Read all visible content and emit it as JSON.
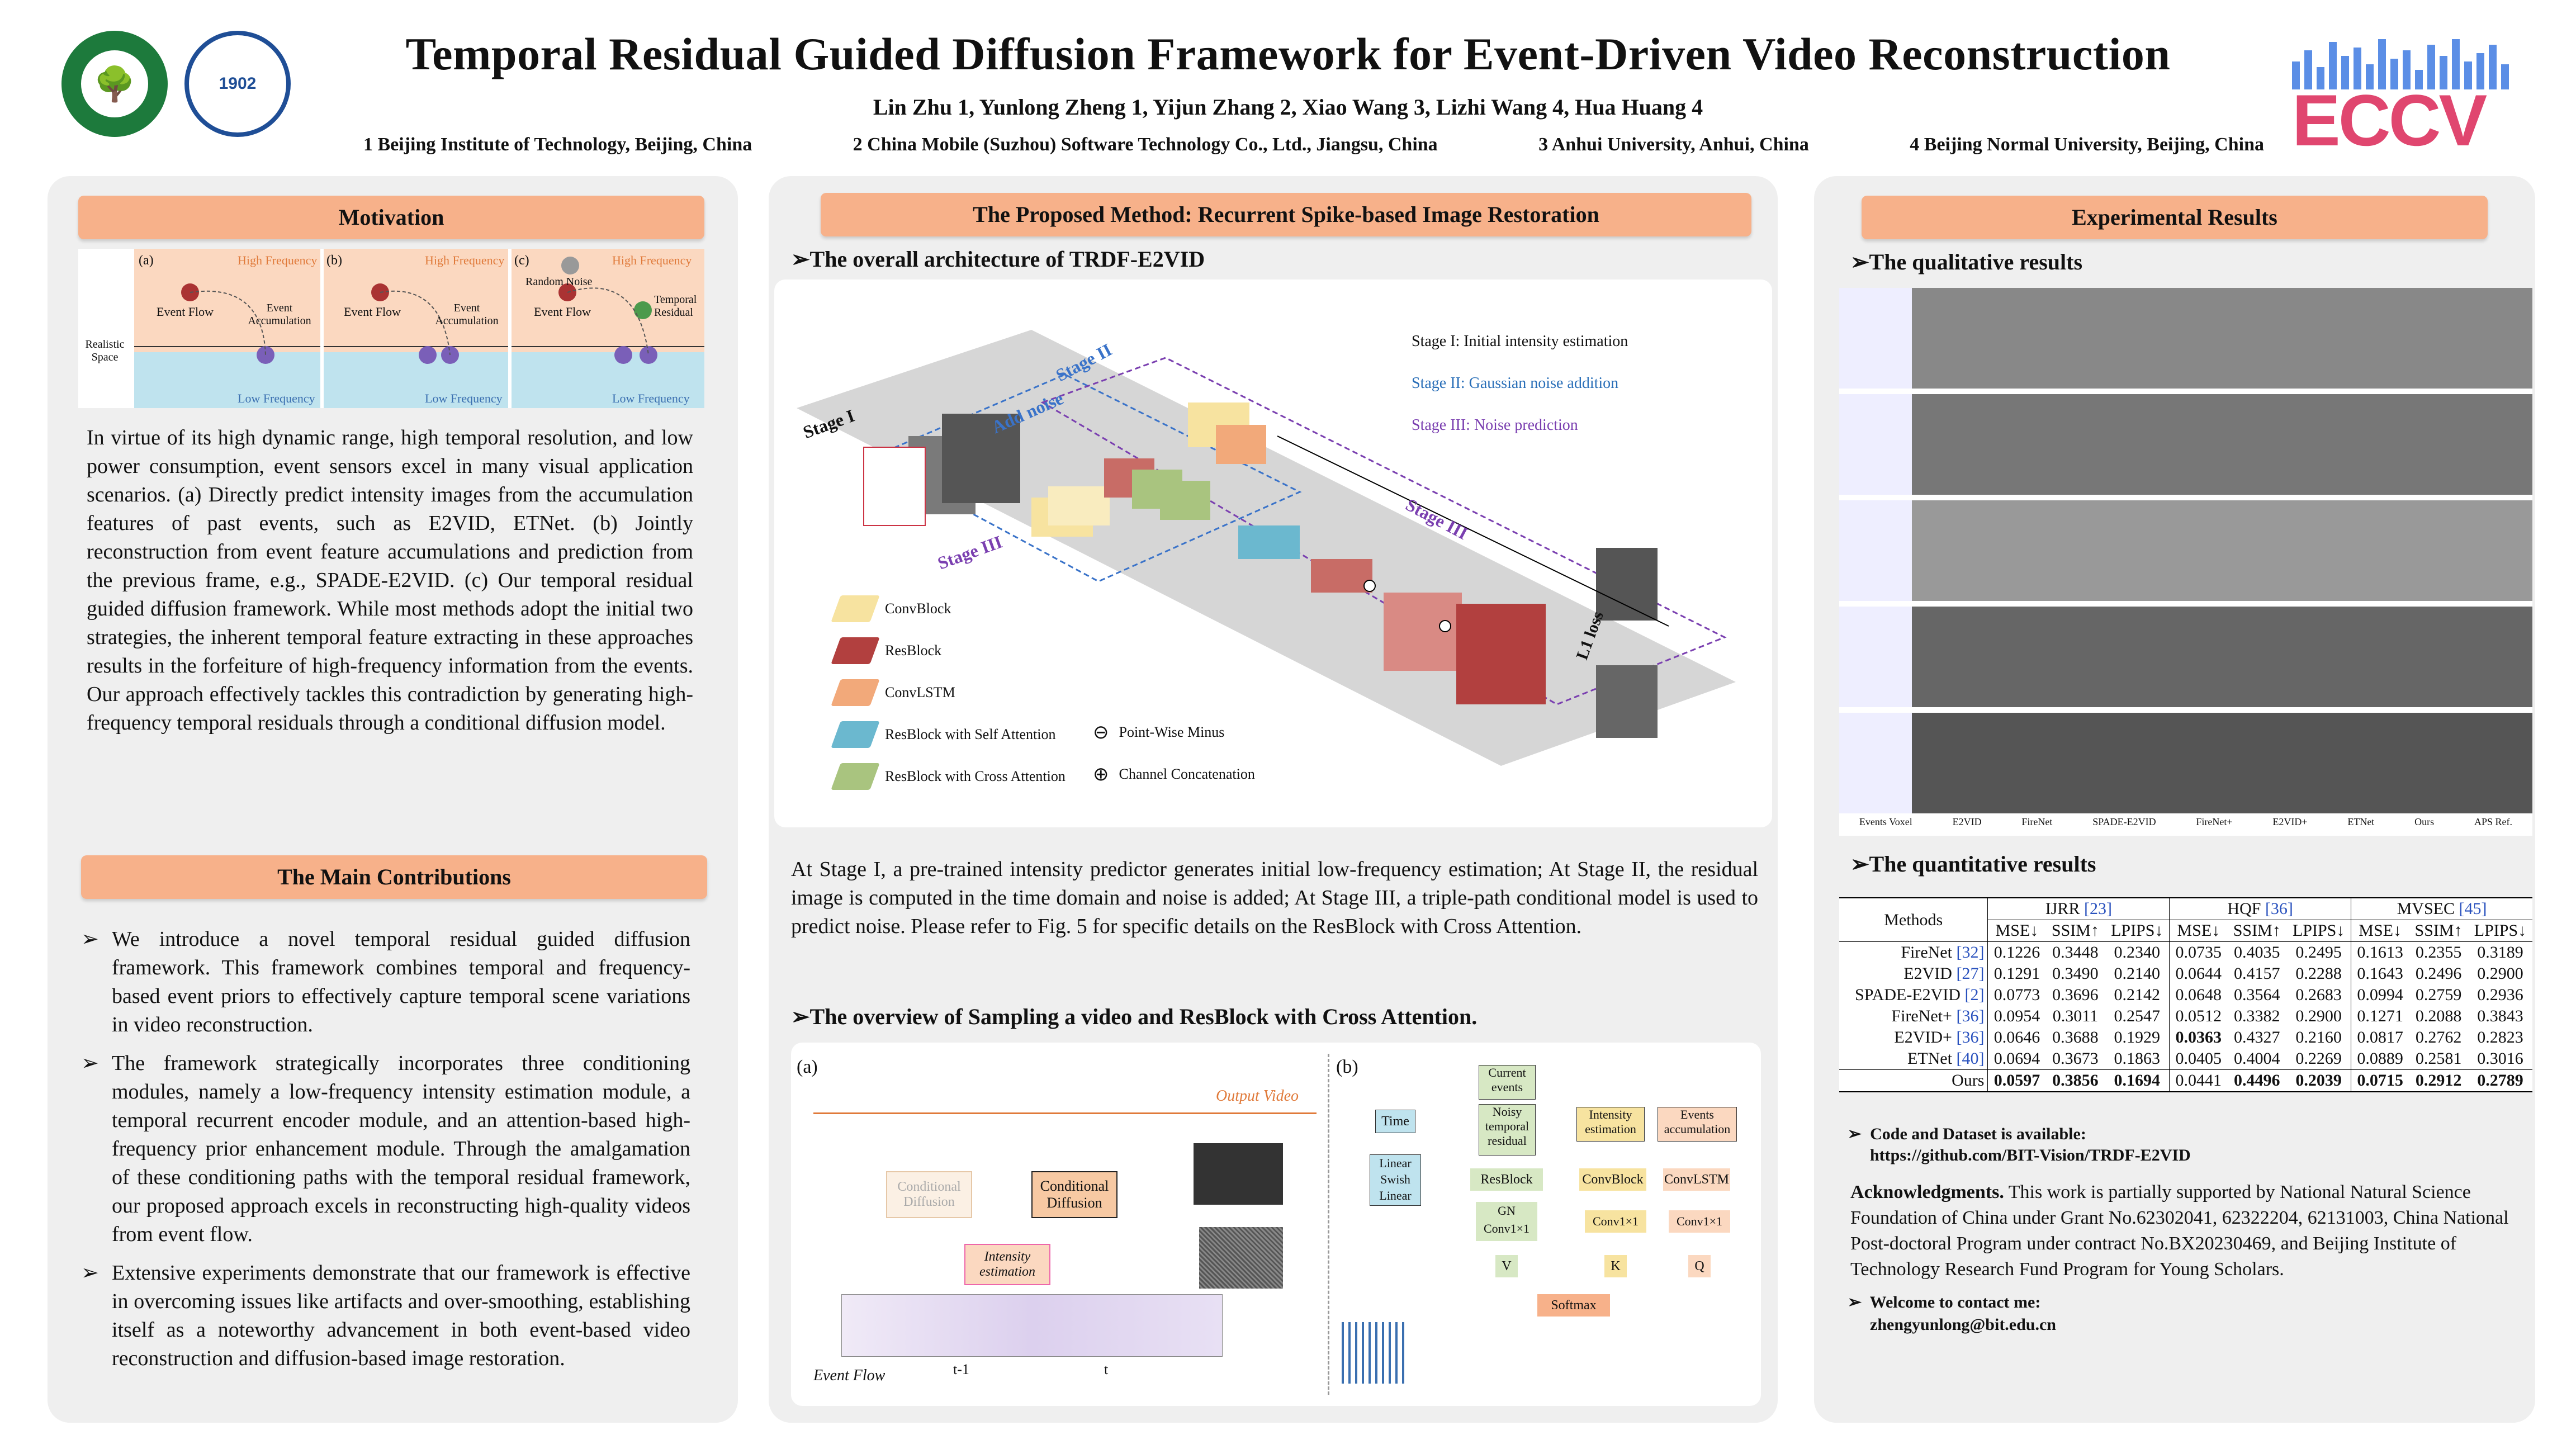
{
  "title": "Temporal Residual Guided Diffusion Framework for Event-Driven Video Reconstruction",
  "authors": "Lin Zhu 1, Yunlong Zheng 1, Yijun Zhang 2, Xiao Wang 3, Lizhi Wang 4, Hua Huang 4",
  "affiliations": [
    "1 Beijing Institute of Technology, Beijing, China",
    "2 China Mobile (Suzhou) Software Technology Co., Ltd., Jiangsu, China",
    "3 Anhui University, Anhui, China",
    "4 Beijing Normal University, Beijing, China"
  ],
  "logos": {
    "bnu_year": "1902",
    "conference": "ECCV"
  },
  "motivation": {
    "header": "Motivation",
    "figure": {
      "panels": [
        "(a)",
        "(b)",
        "(c)"
      ],
      "high_freq": "High Frequency",
      "low_freq": "Low Frequency",
      "event_flow": "Event Flow",
      "event_accumulation": "Event Accumulation",
      "random_noise": "Random Noise",
      "temporal_residual": "Temporal Residual",
      "realistic_space": "Realistic Space"
    },
    "text": "In virtue of its high dynamic range, high temporal resolution, and low power consumption, event sensors excel in many visual application scenarios. (a) Directly predict intensity images from the accumulation features of past events, such as E2VID, ETNet. (b) Jointly reconstruction from event feature accumulations and prediction from the previous frame, e.g., SPADE-E2VID. (c) Our temporal residual guided diffusion framework. While most methods adopt the initial two strategies, the inherent temporal feature extracting in these approaches results in the forfeiture of high-frequency information from the events. Our approach effectively tackles this contradiction by generating high-frequency temporal residuals through a conditional diffusion model."
  },
  "contributions": {
    "header": "The Main Contributions",
    "items": [
      "We introduce a novel temporal residual guided diffusion framework. This framework combines temporal and frequency-based event priors to effectively capture temporal scene variations in video reconstruction.",
      "The framework strategically incorporates three conditioning modules, namely a low-frequency intensity estimation module, a temporal recurrent encoder module, and an attention-based high-frequency prior enhancement module. Through the amalgamation of these conditioning paths with the temporal residual framework, our proposed approach excels in reconstructing high-quality videos from event flow.",
      "Extensive experiments demonstrate that our framework is effective in overcoming issues like artifacts and over-smoothing, establishing itself as a noteworthy advancement in both event-based video reconstruction and diffusion-based image restoration."
    ]
  },
  "method": {
    "header": "The Proposed Method: Recurrent Spike-based Image Restoration",
    "arch_title": "The overall architecture of TRDF-E2VID",
    "stages": [
      "Stage I: Initial intensity estimation",
      "Stage II: Gaussian noise addition",
      "Stage III: Noise prediction"
    ],
    "stage_labels": [
      "Stage I",
      "Stage II",
      "Stage III",
      "Stage III",
      "Add noise",
      "L1 loss"
    ],
    "legend": [
      "ConvBlock",
      "ResBlock",
      "ConvLSTM",
      "ResBlock with Self Attention",
      "ResBlock with Cross Attention",
      "Point-Wise Minus",
      "Channel Concatenation"
    ],
    "legend_colors": [
      "#f7e3a0",
      "#b2403f",
      "#f2a97a",
      "#6bb8cf",
      "#a9c47f"
    ],
    "description": "At Stage I, a pre-trained intensity predictor generates initial low-frequency estimation; At Stage II, the residual image is computed in the time domain and noise is added; At Stage III, a triple-path conditional model is used to predict noise. Please refer to Fig. 5 for specific details on the ResBlock with Cross Attention.",
    "sampling_title": "The overview of Sampling a video and ResBlock with Cross Attention.",
    "fig_a": {
      "label": "(a)",
      "output": "Output Video",
      "cond1": "Conditional Diffusion",
      "cond2": "Conditional Diffusion",
      "intensity": "Intensity estimation",
      "event_flow": "Event Flow",
      "t_prev": "t-1",
      "t": "t"
    },
    "fig_b": {
      "label": "(b)",
      "time": "Time",
      "linear1": "Linear",
      "swish": "Swish",
      "linear2": "Linear",
      "current": "Current events",
      "noisy": "Noisy temporal residual",
      "resblock": "ResBlock",
      "gn": "GN",
      "conv1": "Conv1×1",
      "v": "V",
      "intensity": "Intensity estimation",
      "events": "Events accumulation",
      "convblock": "ConvBlock",
      "convlstm": "ConvLSTM",
      "conv2": "Conv1×1",
      "conv3": "Conv1×1",
      "k": "K",
      "q": "Q",
      "softmax": "Softmax"
    }
  },
  "results": {
    "header": "Experimental Results",
    "qual_title": "The qualitative results",
    "qual_cols": [
      "Events Voxel",
      "E2VID",
      "FireNet",
      "SPADE-E2VID",
      "FireNet+",
      "E2VID+",
      "ETNet",
      "Ours",
      "APS Ref."
    ],
    "quant_title": "The quantitative results",
    "table": {
      "methods_header": "Methods",
      "datasets": [
        {
          "name": "IJRR",
          "ref": "[23]"
        },
        {
          "name": "HQF",
          "ref": "[36]"
        },
        {
          "name": "MVSEC",
          "ref": "[45]"
        }
      ],
      "metrics": [
        "MSE↓",
        "SSIM↑",
        "LPIPS↓",
        "MSE↓",
        "SSIM↑",
        "LPIPS↓",
        "MSE↓",
        "SSIM↑",
        "LPIPS↓"
      ],
      "rows": [
        {
          "name": "FireNet",
          "ref": "[32]",
          "values": [
            "0.1226",
            "0.3448",
            "0.2340",
            "0.0735",
            "0.4035",
            "0.2495",
            "0.1613",
            "0.2355",
            "0.3189"
          ]
        },
        {
          "name": "E2VID",
          "ref": "[27]",
          "values": [
            "0.1291",
            "0.3490",
            "0.2140",
            "0.0644",
            "0.4157",
            "0.2288",
            "0.1643",
            "0.2496",
            "0.2900"
          ]
        },
        {
          "name": "SPADE-E2VID",
          "ref": "[2]",
          "values": [
            "0.0773",
            "0.3696",
            "0.2142",
            "0.0648",
            "0.3564",
            "0.2683",
            "0.0994",
            "0.2759",
            "0.2936"
          ]
        },
        {
          "name": "FireNet+",
          "ref": "[36]",
          "values": [
            "0.0954",
            "0.3011",
            "0.2547",
            "0.0512",
            "0.3382",
            "0.2900",
            "0.1271",
            "0.2088",
            "0.3843"
          ]
        },
        {
          "name": "E2VID+",
          "ref": "[36]",
          "values": [
            "0.0646",
            "0.3688",
            "0.1929",
            "0.0363",
            "0.4327",
            "0.2160",
            "0.0817",
            "0.2762",
            "0.2823"
          ]
        },
        {
          "name": "ETNet",
          "ref": "[40]",
          "values": [
            "0.0694",
            "0.3673",
            "0.1863",
            "0.0405",
            "0.4004",
            "0.2269",
            "0.0889",
            "0.2581",
            "0.3016"
          ]
        },
        {
          "name": "Ours",
          "ref": "",
          "values": [
            "0.0597",
            "0.3856",
            "0.1694",
            "0.0441",
            "0.4496",
            "0.2039",
            "0.0715",
            "0.2912",
            "0.2789"
          ]
        }
      ]
    },
    "code_label": "Code and Dataset is available:",
    "code_url": "https://github.com/BIT-Vision/TRDF-E2VID",
    "ack_label": "Acknowledgments.",
    "ack_text": "This work is partially supported by National Natural Science Foundation of China under Grant No.62302041, 62322204, 62131003, China National Post-doctoral Program under contract No.BX20230469, and Beijing Institute of Technology Research Fund Program for Young Scholars.",
    "contact_label": "Welcome to contact me:",
    "contact_email": "zhengyunlong@bit.edu.cn"
  }
}
